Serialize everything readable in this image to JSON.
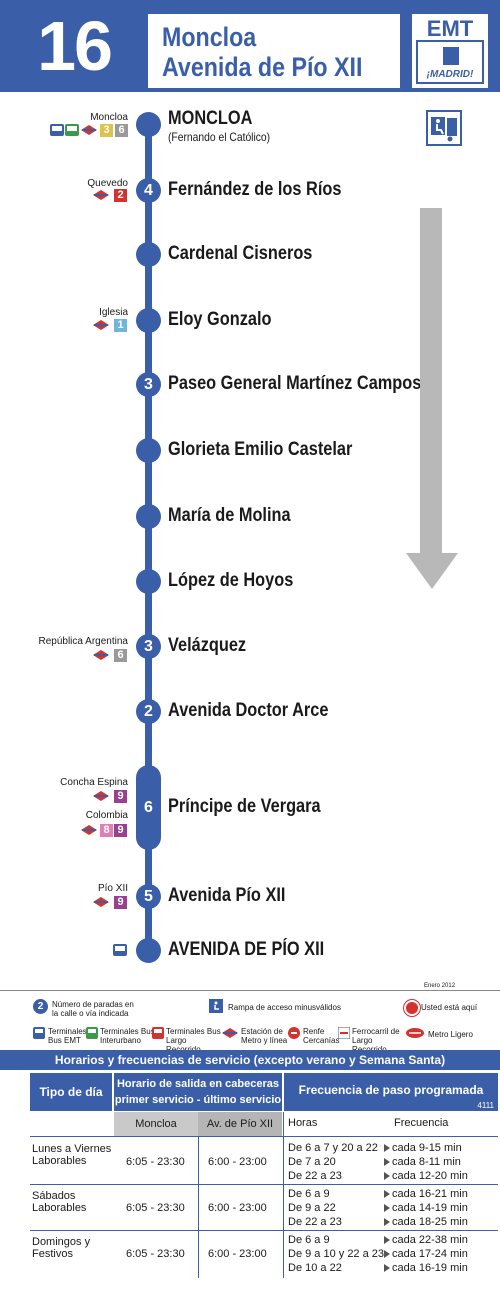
{
  "header": {
    "route_number": "16",
    "dest_line1": "Moncloa",
    "dest_line2": "Avenida de Pío XII",
    "operator": "EMT",
    "city_logo_text": "¡MADRID!"
  },
  "colors": {
    "brand": "#3b5ea8",
    "arrow": "#b8b8b8",
    "row_header": "#c9c9c9"
  },
  "stops": [
    {
      "name": "MONCLOA",
      "sub": "(Fernando el Católico)",
      "num": "",
      "connections": [
        {
          "label": "Moncloa",
          "lines": [
            "3",
            "6"
          ],
          "icons": [
            "bus-emt-icon",
            "bus-interurbano-icon",
            "metro-icon"
          ]
        }
      ]
    },
    {
      "name": "Fernández de los Ríos",
      "num": "4",
      "connections": [
        {
          "label": "Quevedo",
          "lines": [
            "2"
          ]
        }
      ]
    },
    {
      "name": "Cardenal Cisneros",
      "num": ""
    },
    {
      "name": "Eloy Gonzalo",
      "num": "",
      "connections": [
        {
          "label": "Iglesia",
          "lines": [
            "1"
          ]
        }
      ]
    },
    {
      "name": "Paseo General Martínez Campos",
      "num": "3"
    },
    {
      "name": "Glorieta Emilio Castelar",
      "num": ""
    },
    {
      "name": "María de Molina",
      "num": ""
    },
    {
      "name": "López de Hoyos",
      "num": ""
    },
    {
      "name": "Velázquez",
      "num": "3",
      "connections": [
        {
          "label": "República Argentina",
          "lines": [
            "6"
          ]
        }
      ]
    },
    {
      "name": "Avenida Doctor Arce",
      "num": "2"
    },
    {
      "name": "Príncipe de Vergara",
      "num": "6",
      "connections": [
        {
          "label": "Concha Espina",
          "lines": [
            "9"
          ]
        },
        {
          "label": "Colombia",
          "lines": [
            "8",
            "9"
          ]
        }
      ]
    },
    {
      "name": "Avenida Pío XII",
      "num": "5",
      "connections": [
        {
          "label": "Pío XII",
          "lines": [
            "9"
          ]
        }
      ]
    },
    {
      "name": "AVENIDA DE PÍO XII",
      "num": ""
    }
  ],
  "metro_line_colors": {
    "1": "#6fb7d8",
    "2": "#d3322f",
    "3": "#e0c14a",
    "6": "#9a9a9a",
    "8": "#e07fb2",
    "9": "#9b3f93"
  },
  "legend": {
    "date": "Enero 2012",
    "stops_number": "Número de paradas en la calle o vía indicada",
    "ramp": "Rampa de acceso minusválidos",
    "you_are_here": "Usted está aquí",
    "bus_emt": "Terminales Bus EMT",
    "bus_interurbano": "Terminales Bus Interurbano",
    "bus_largo": "Terminales Bus Largo Recorrido",
    "metro": "Estación de Metro y línea",
    "renfe": "Renfe Cercanías",
    "ferrocarril": "Ferrocarril de Largo Recorrido",
    "metro_ligero": "Metro Ligero"
  },
  "schedule": {
    "title": "Horarios y frecuencias de servicio (excepto verano y Semana Santa)",
    "col_day": "Tipo de día",
    "col_departure": "Horario de salida en cabeceras primer servicio - último servicio",
    "col_frequency": "Frecuencia de paso programada",
    "code": "4111",
    "sub_moncloa": "Moncloa",
    "sub_avpio": "Av. de Pío XII",
    "sub_horas": "Horas",
    "sub_frec": "Frecuencia",
    "rows": [
      {
        "day": "Lunes a Viernes Laborables",
        "moncloa": "6:05 - 23:30",
        "avpio": "6:00 - 23:00",
        "horas": [
          "De 6 a 7 y 20 a 22",
          "De 7 a 20",
          "De 22 a 23"
        ],
        "frec": [
          "cada 9-15 min",
          "cada 8-11 min",
          "cada 12-20 min"
        ]
      },
      {
        "day": "Sábados Laborables",
        "moncloa": "6:05 - 23:30",
        "avpio": "6:00 - 23:00",
        "horas": [
          "De 6 a 9",
          "De 9 a 22",
          "De 22 a 23"
        ],
        "frec": [
          "cada 16-21 min",
          "cada 14-19 min",
          "cada 18-25 min"
        ]
      },
      {
        "day": "Domingos y Festivos",
        "moncloa": "6:05 - 23:30",
        "avpio": "6:00 - 23:00",
        "horas": [
          "De 6 a 9",
          "De 9 a 10 y 22 a 23",
          "De 10 a 22"
        ],
        "frec": [
          "cada 22-38 min",
          "cada 17-24 min",
          "cada 16-19 min"
        ]
      }
    ]
  }
}
